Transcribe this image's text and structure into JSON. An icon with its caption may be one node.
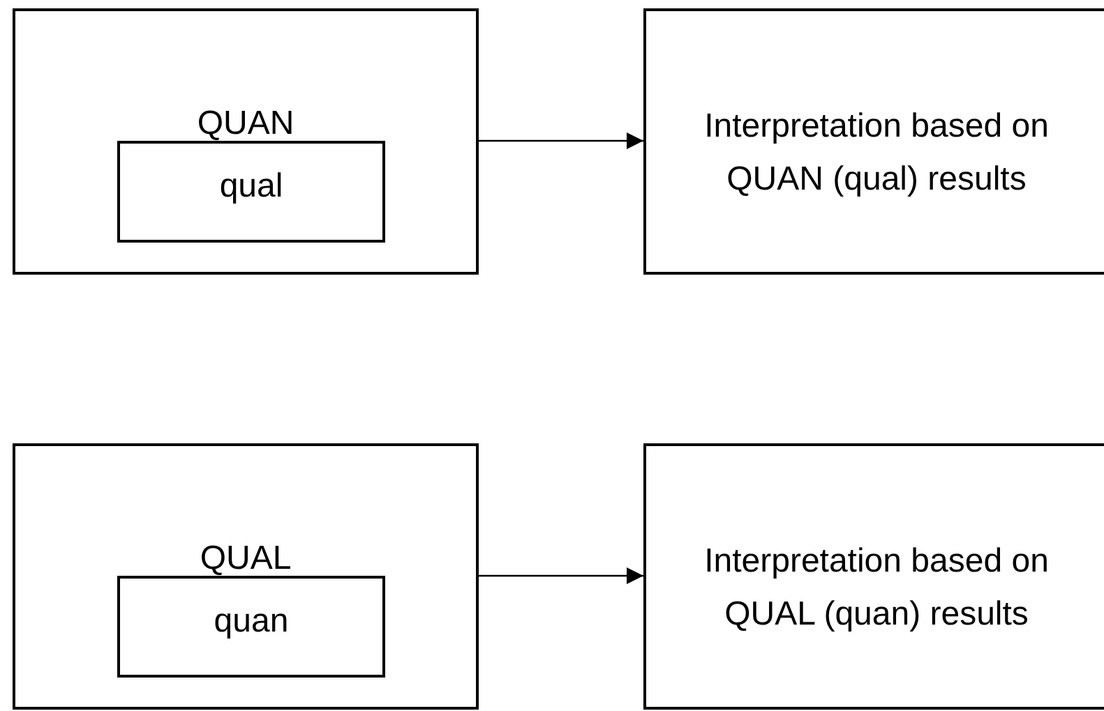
{
  "diagram": {
    "nodes": [
      {
        "text": [
          "QUAN"
        ]
      },
      {
        "text": [
          "qual"
        ],
        "in": 0
      },
      {
        "text": [
          "Interpretation based on QUAN (qual) results"
        ]
      },
      {
        "text": [
          "QUAL"
        ]
      },
      {
        "text": [
          "quan"
        ],
        "in": 3
      },
      {
        "text": [
          "Interpretation based on QUAL (quan) results"
        ]
      }
    ],
    "edges": [
      {
        "from": 0,
        "to": 2,
        "arrow": "to"
      },
      {
        "from": 3,
        "to": 5,
        "arrow": "to"
      }
    ]
  }
}
